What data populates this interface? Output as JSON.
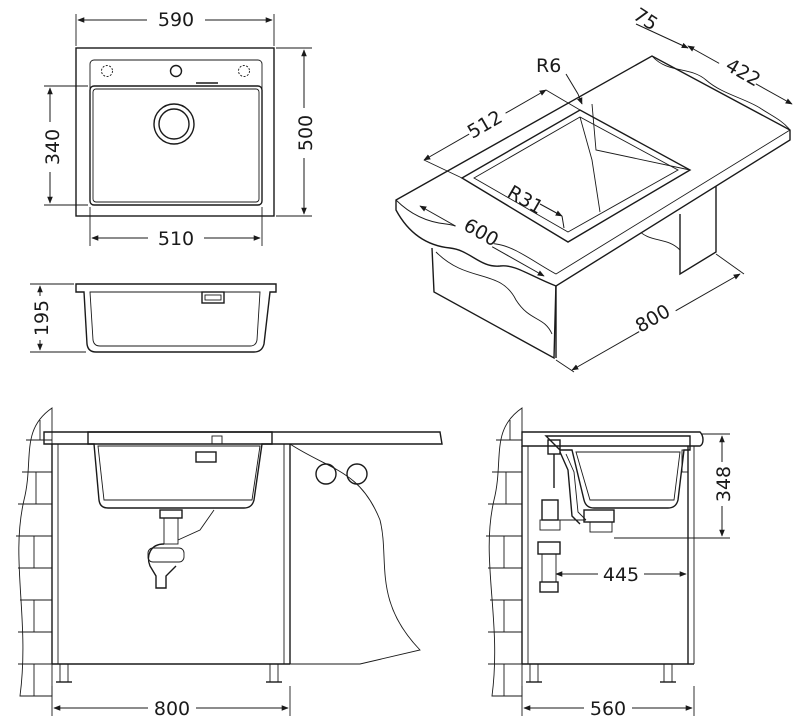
{
  "drawing": {
    "colors": {
      "line": "#1a1a1a",
      "background": "#ffffff"
    },
    "top_view": {
      "outer_width": "590",
      "outer_depth": "500",
      "bowl_width": "510",
      "bowl_depth": "340"
    },
    "side_view": {
      "bowl_height": "195"
    },
    "perspective_view": {
      "corner_radius": "R6",
      "bowl_radius": "R31",
      "edge_offset": "75",
      "rear_depth": "422",
      "bowl_length": "512",
      "cabinet_depth": "600",
      "cabinet_width": "800"
    },
    "front_installation": {
      "cabinet_width": "800"
    },
    "side_installation": {
      "installation_height": "348",
      "drain_offset": "445",
      "cabinet_depth": "560"
    }
  }
}
